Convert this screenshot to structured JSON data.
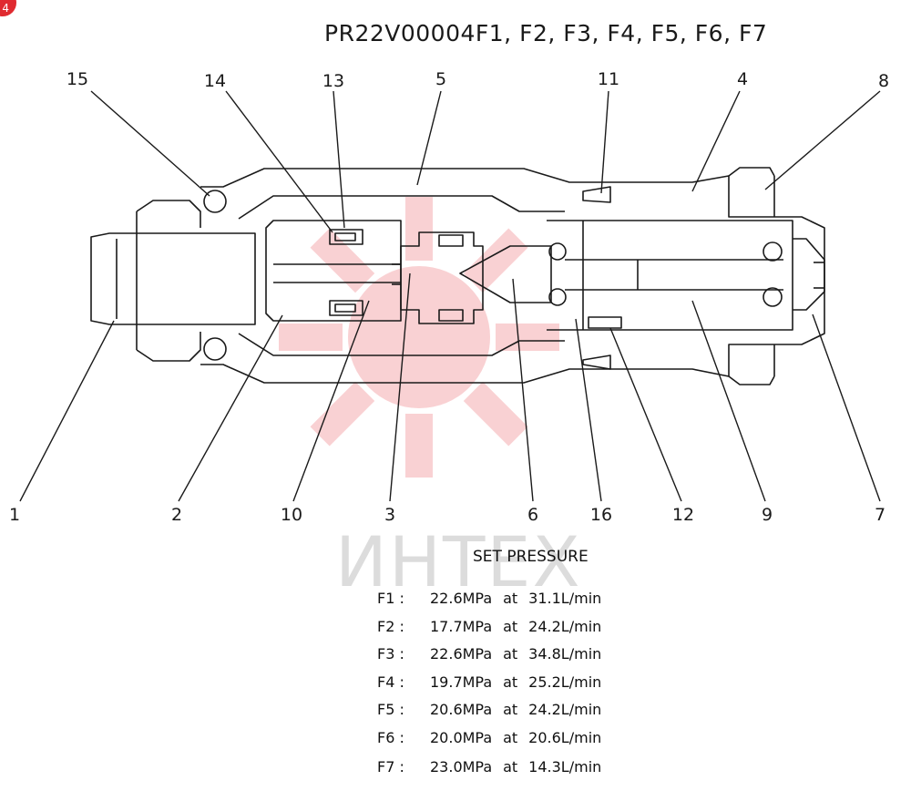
{
  "page": {
    "title": "PR22V00004F1, F2, F3, F4, F5, F6, F7",
    "watermark": "ИНТЕХ",
    "badge": "4"
  },
  "callouts_top": [
    "15",
    "14",
    "13",
    "5",
    "11",
    "4",
    "8"
  ],
  "callouts_bottom": [
    "1",
    "2",
    "10",
    "3",
    "6",
    "16",
    "12",
    "9",
    "7"
  ],
  "set_pressure": {
    "heading": "SET PRESSURE",
    "rows": [
      {
        "code": "F1 :",
        "pressure": "22.6MPa",
        "at": "at",
        "flow": "31.1L/min"
      },
      {
        "code": "F2 :",
        "pressure": "17.7MPa",
        "at": "at",
        "flow": "24.2L/min"
      },
      {
        "code": "F3 :",
        "pressure": "22.6MPa",
        "at": "at",
        "flow": "34.8L/min"
      },
      {
        "code": "F4 :",
        "pressure": "19.7MPa",
        "at": "at",
        "flow": "25.2L/min"
      },
      {
        "code": "F5 :",
        "pressure": "20.6MPa",
        "at": "at",
        "flow": "24.2L/min"
      },
      {
        "code": "F6 :",
        "pressure": "20.0MPa",
        "at": "at",
        "flow": "20.6L/min"
      },
      {
        "code": "F7 :",
        "pressure": "23.0MPa",
        "at": "at",
        "flow": "14.3L/min"
      }
    ]
  },
  "colors": {
    "line": "#1a1a1a",
    "watermark": "#e8343a",
    "badge": "#e02a30"
  }
}
